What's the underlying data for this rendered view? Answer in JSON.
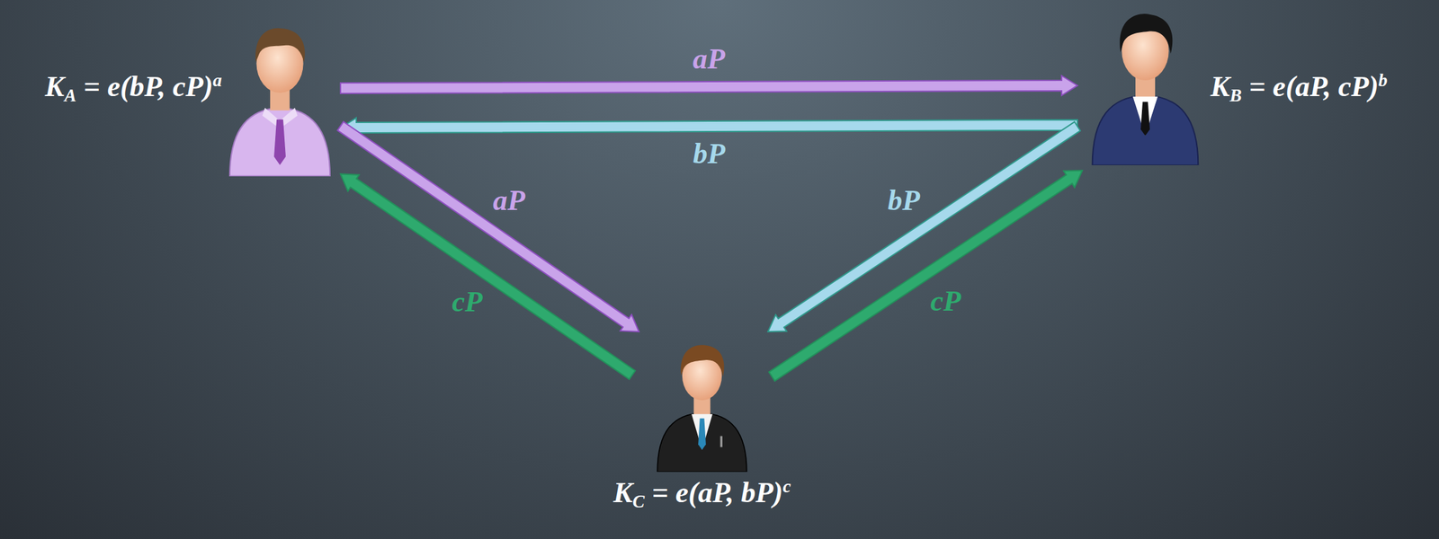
{
  "diagram": {
    "nodes": [
      {
        "text": [
          "KA = e(bP, cP)a"
        ]
      },
      {
        "text": [
          "KB = e(aP, cP)b"
        ]
      },
      {
        "text": [
          "KC = e(aP, bP)c"
        ]
      }
    ],
    "edges": [
      {
        "from": 0,
        "to": 1,
        "arrow": "to",
        "label": "aP"
      },
      {
        "from": 1,
        "to": 0,
        "arrow": "to",
        "label": "bP"
      },
      {
        "from": 0,
        "to": 2,
        "arrow": "to",
        "label": "aP"
      },
      {
        "from": 2,
        "to": 0,
        "arrow": "to",
        "label": "cP"
      },
      {
        "from": 1,
        "to": 2,
        "arrow": "to",
        "label": "bP"
      },
      {
        "from": 2,
        "to": 1,
        "arrow": "to",
        "label": "cP"
      }
    ]
  }
}
